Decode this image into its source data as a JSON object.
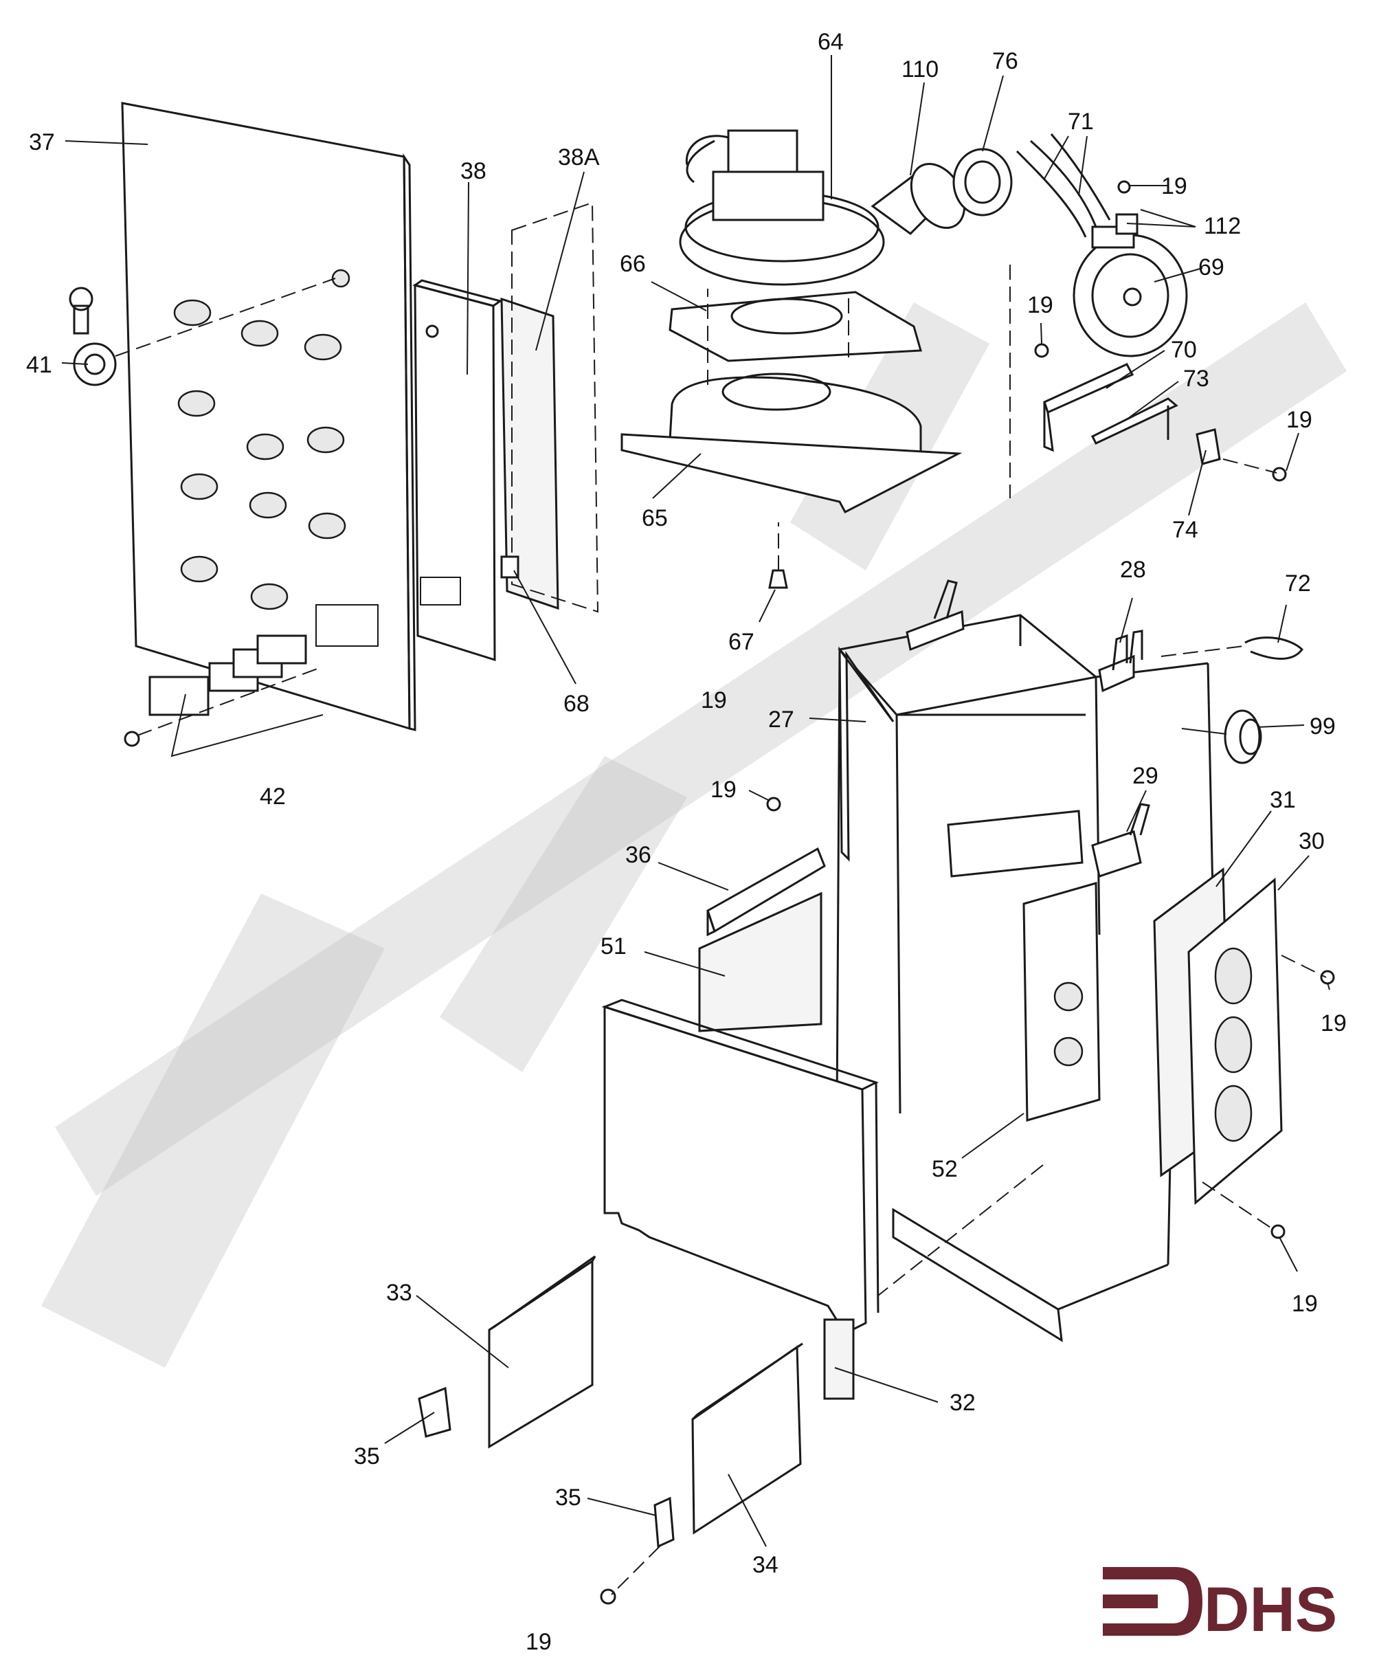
{
  "callouts": {
    "c37": "37",
    "c38": "38",
    "c38A": "38A",
    "c41": "41",
    "c42": "42",
    "c64": "64",
    "c110": "110",
    "c76": "76",
    "c71": "71",
    "c19a": "19",
    "c112": "112",
    "c69": "69",
    "c66": "66",
    "c19b": "19",
    "c70": "70",
    "c73": "73",
    "c19c": "19",
    "c74": "74",
    "c65": "65",
    "c67": "67",
    "c68": "68",
    "c19d": "19",
    "c28": "28",
    "c72": "72",
    "c27": "27",
    "c99": "99",
    "c19e": "19",
    "c29": "29",
    "c31": "31",
    "c30": "30",
    "c36": "36",
    "c51": "51",
    "c19f": "19",
    "c52": "52",
    "c19g": "19",
    "c33": "33",
    "c32": "32",
    "c35a": "35",
    "c35b": "35",
    "c34": "34",
    "c19h": "19"
  },
  "logo": {
    "text": "DHS",
    "color": "#6b2630"
  },
  "watermark": {
    "color": "#bdbdbd"
  }
}
